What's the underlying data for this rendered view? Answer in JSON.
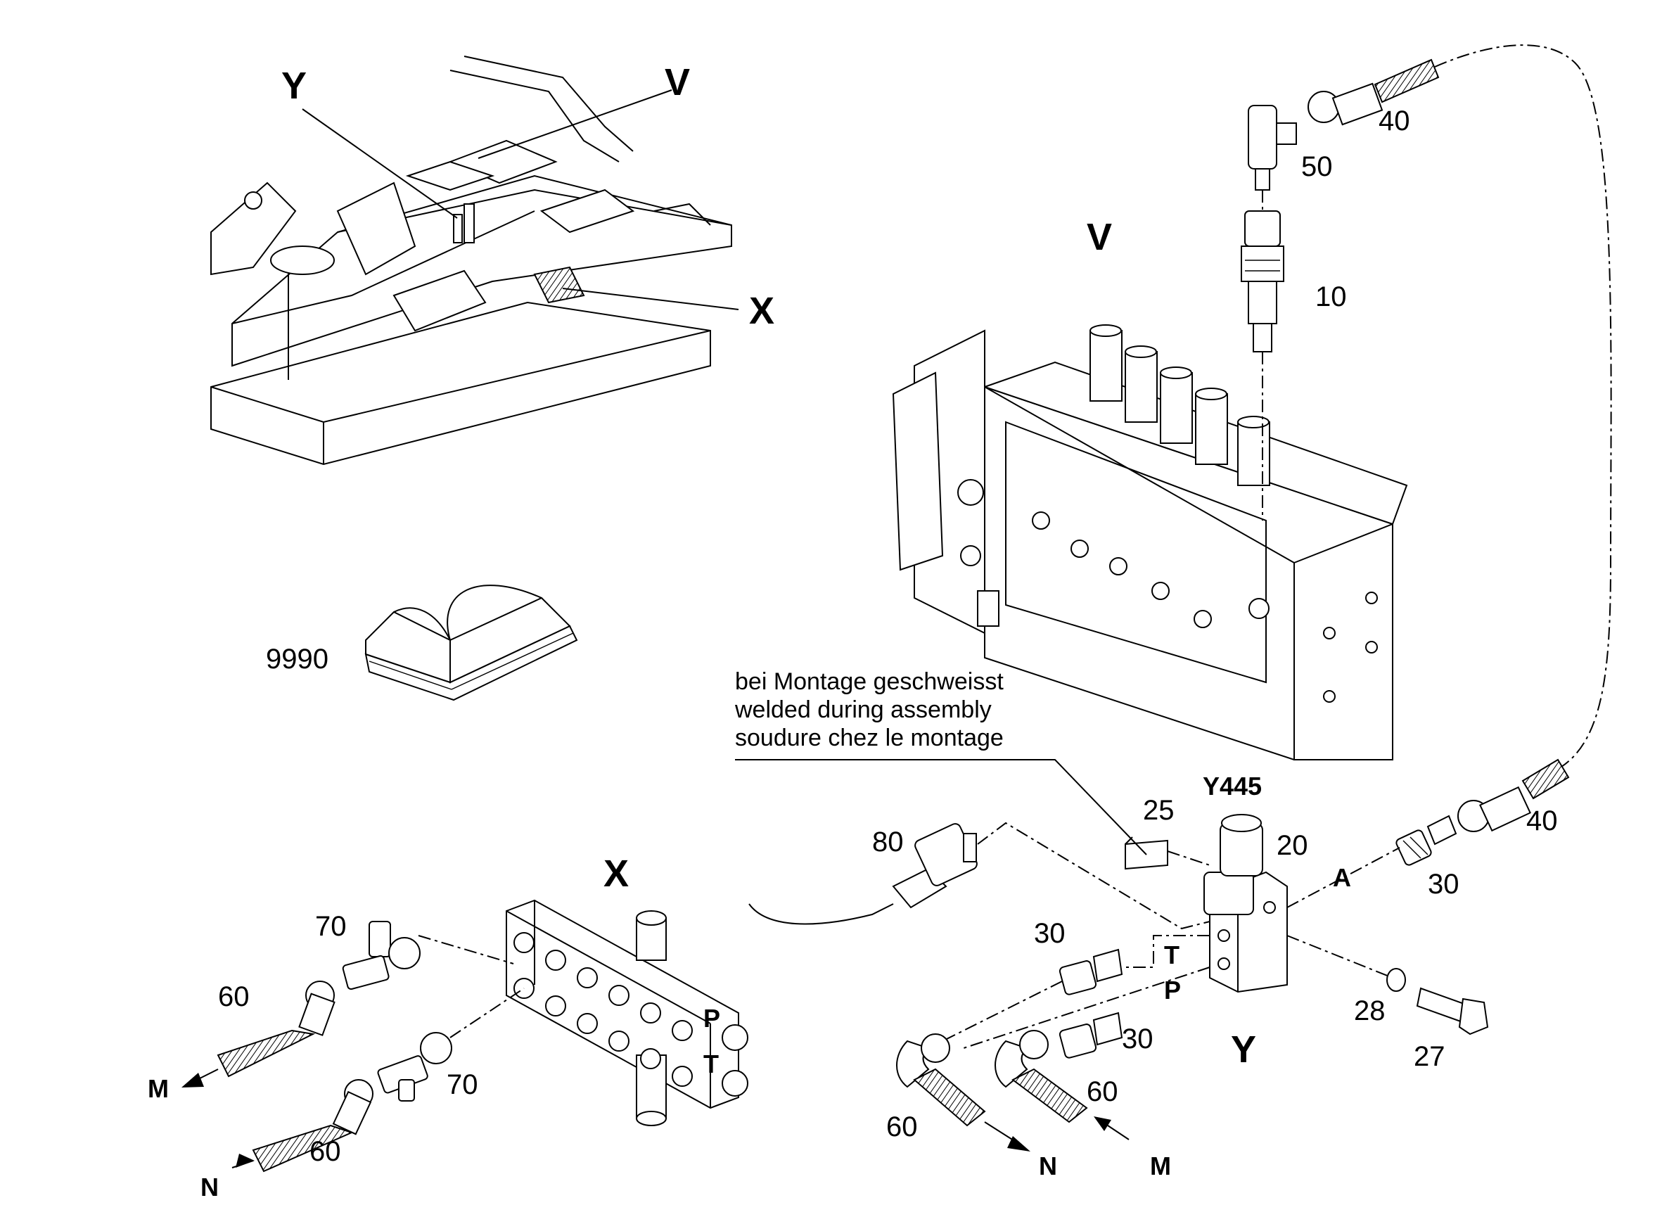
{
  "views": {
    "V": "V",
    "X": "X",
    "Y": "Y",
    "Y445": "Y445"
  },
  "overview": {
    "label_Y": "Y",
    "label_V": "V",
    "label_X": "X"
  },
  "parts": {
    "p10": "10",
    "p20": "20",
    "p25": "25",
    "p27": "27",
    "p28": "28",
    "p30a": "30",
    "p30b": "30",
    "p30c": "30",
    "p40a": "40",
    "p40b": "40",
    "p50": "50",
    "p60a": "60",
    "p60b": "60",
    "p60c": "60",
    "p60d": "60",
    "p70a": "70",
    "p70b": "70",
    "p80": "80",
    "p9990": "9990"
  },
  "ports": {
    "A": "A",
    "T": "T",
    "P": "P",
    "block_P": "P",
    "block_T": "T"
  },
  "flow": {
    "M_left": "M",
    "N_left": "N",
    "N_right": "N",
    "M_right": "M"
  },
  "note": {
    "line1": "bei Montage geschweisst",
    "line2": "welded during assembly",
    "line3": "soudure chez le montage"
  }
}
